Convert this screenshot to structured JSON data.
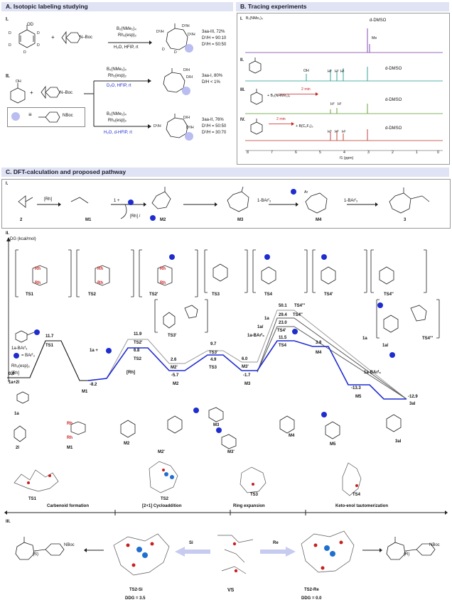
{
  "panelA": {
    "header": "A. Isotopic labeling studying",
    "i_label": "I.",
    "ii_label": "II.",
    "reagents_i": [
      "B₂(NMe₂)₄",
      "Rh₂(esp)₂",
      "H₂O, HFIP, rt"
    ],
    "nboc": "N–Boc",
    "nboc2": "NBoc",
    "product_i": [
      "3aa-III, 72%",
      "D¹/H = 90:10",
      "D²/H = 50:50"
    ],
    "reagents_ii_top": [
      "B₂(NMe₂)₄",
      "Rh₂(esp)₂",
      "D₂O, HFIP, rt"
    ],
    "product_ii_top": [
      "3aa-I, 80%",
      "D/H < 1%"
    ],
    "reagents_ii_bot": [
      "B₂(NMe₂)₄",
      "Rh₂(esp)₂",
      "H₂O, d-HFIP, rt"
    ],
    "product_ii_bot": [
      "3aa-II, 76%",
      "D¹/H = 50:50",
      "D²/H = 30:70"
    ],
    "plus": "+",
    "d": "D",
    "d1h": "D¹/H",
    "d2h": "D²/H",
    "dh": "D/H",
    "od": "OD",
    "oh": "OH",
    "equiv": "≡"
  },
  "panelB": {
    "header": "B. Tracing experiments",
    "rows": [
      {
        "roman": "I.",
        "label": "B₂(NMe₂)₄",
        "solvent": "d-DMSO",
        "extra": "Me",
        "color": "#7b3aa8"
      },
      {
        "roman": "II.",
        "label": "",
        "solvent": "d-DMSO",
        "extra": "",
        "color": "#1f9a8e"
      },
      {
        "roman": "III.",
        "label": "+ B₂(NHMe₂)₄",
        "solvent": "d-DMSO",
        "extra": "2 min",
        "color": "#5a9a2c"
      },
      {
        "roman": "IV.",
        "label": "+ B(C₆F₅)₃",
        "solvent": "d-DMSO",
        "extra": "2 min",
        "color": "#b8342a"
      }
    ],
    "ppm_labels": [
      "8",
      "7",
      "6",
      "5",
      "4",
      "3",
      "2",
      "1",
      "0"
    ],
    "axis_label": "f1 (ppm)",
    "h_labels": [
      "H³",
      "H²",
      "H¹",
      "OH"
    ]
  },
  "panelC": {
    "header": "C. DFT-calculation and proposed pathway",
    "i_label": "I.",
    "ii_label": "II.",
    "iii_label": "III.",
    "scheme": [
      "2",
      "M1",
      "M2",
      "M3",
      "M4",
      "3"
    ],
    "rh": "[Rh]",
    "one_plus_b": "1 +",
    "rh_b": "[Rh] /",
    "bar": "1-BArᶠ₃",
    "ar": "Ar",
    "dg_label": "DG (kcal/mol)",
    "ts_labels": [
      "TS1",
      "TS2",
      "TS2'",
      "TS3",
      "TS4",
      "TS4'",
      "TS4''",
      "TS3'",
      "TS4'''"
    ],
    "legend_bar": "1a-BArᶠ₃",
    "legend_eq": "= BArᶠ₃",
    "legend_rh": [
      "Rh₂(esp)₂",
      "[Rh]"
    ],
    "energy": {
      "start": "0.0",
      "start_lbl": "1a+2l",
      "ts1": "11.7",
      "m1": "-8.2",
      "ts2": "6.8",
      "ts2p": "11.9",
      "m2p": "2.6",
      "m2": "-5.7",
      "ts3": "4.9",
      "ts3p": "9.7",
      "m3p": "6.0",
      "m3": "-1.7",
      "ts4": "11.5",
      "ts4p": "23.0",
      "ts4pp": "29.4",
      "ts4ppp": "50.1",
      "m4": "3.8",
      "m5": "-13.3",
      "end": "-12.9"
    },
    "path_labels": {
      "ts1": "TS1",
      "ts2": "TS2",
      "ts2p": "TS2'",
      "m1": "M1",
      "m2": "M2",
      "m2p": "M2'",
      "ts3": "TS3",
      "ts3p": "TS3'",
      "m3": "M3",
      "m3p": "M3'",
      "ts4": "TS4",
      "ts4p": "TS4'",
      "ts4pp": "TS4''",
      "ts4ppp": "TS4'''",
      "m4": "M4",
      "m5": "M5",
      "end": "3al",
      "oneA": "1a",
      "oneAb": "1a/",
      "oneA2": "1a",
      "bar1": "1a-BArᶠ₃",
      "bar2": "1a-BArᶠ₃",
      "one_a_plus": "1a +",
      "rh": "[Rh]",
      "oneAb2": "1a/"
    },
    "bottom_structs": [
      "1a",
      "2l",
      "M1",
      "M2",
      "M2'",
      "M3",
      "M3'",
      "M4",
      "M5",
      "3al"
    ],
    "geom_labels": [
      "TS1",
      "TS2",
      "TS3",
      "TS4"
    ],
    "stages": [
      "Carbenoid formation",
      "[2+1] Cycloaddition",
      "Ring expansion",
      "Keto-enol tautomerization"
    ],
    "iii": {
      "left_label": "TS2-Si",
      "left_ddg": "DDG = 3.5",
      "right_label": "TS2-Re",
      "right_ddg": "DDG = 0.0",
      "si": "Si",
      "re": "Re",
      "vs": "VS",
      "s_label": "(S)",
      "r_label": "(R)",
      "nboc": "NBoc"
    }
  },
  "colors": {
    "header_bg": "#dfe3f3",
    "blue_path": "#1f2bd0",
    "bubble": "#1f2dcf",
    "red": "#c8201f"
  }
}
